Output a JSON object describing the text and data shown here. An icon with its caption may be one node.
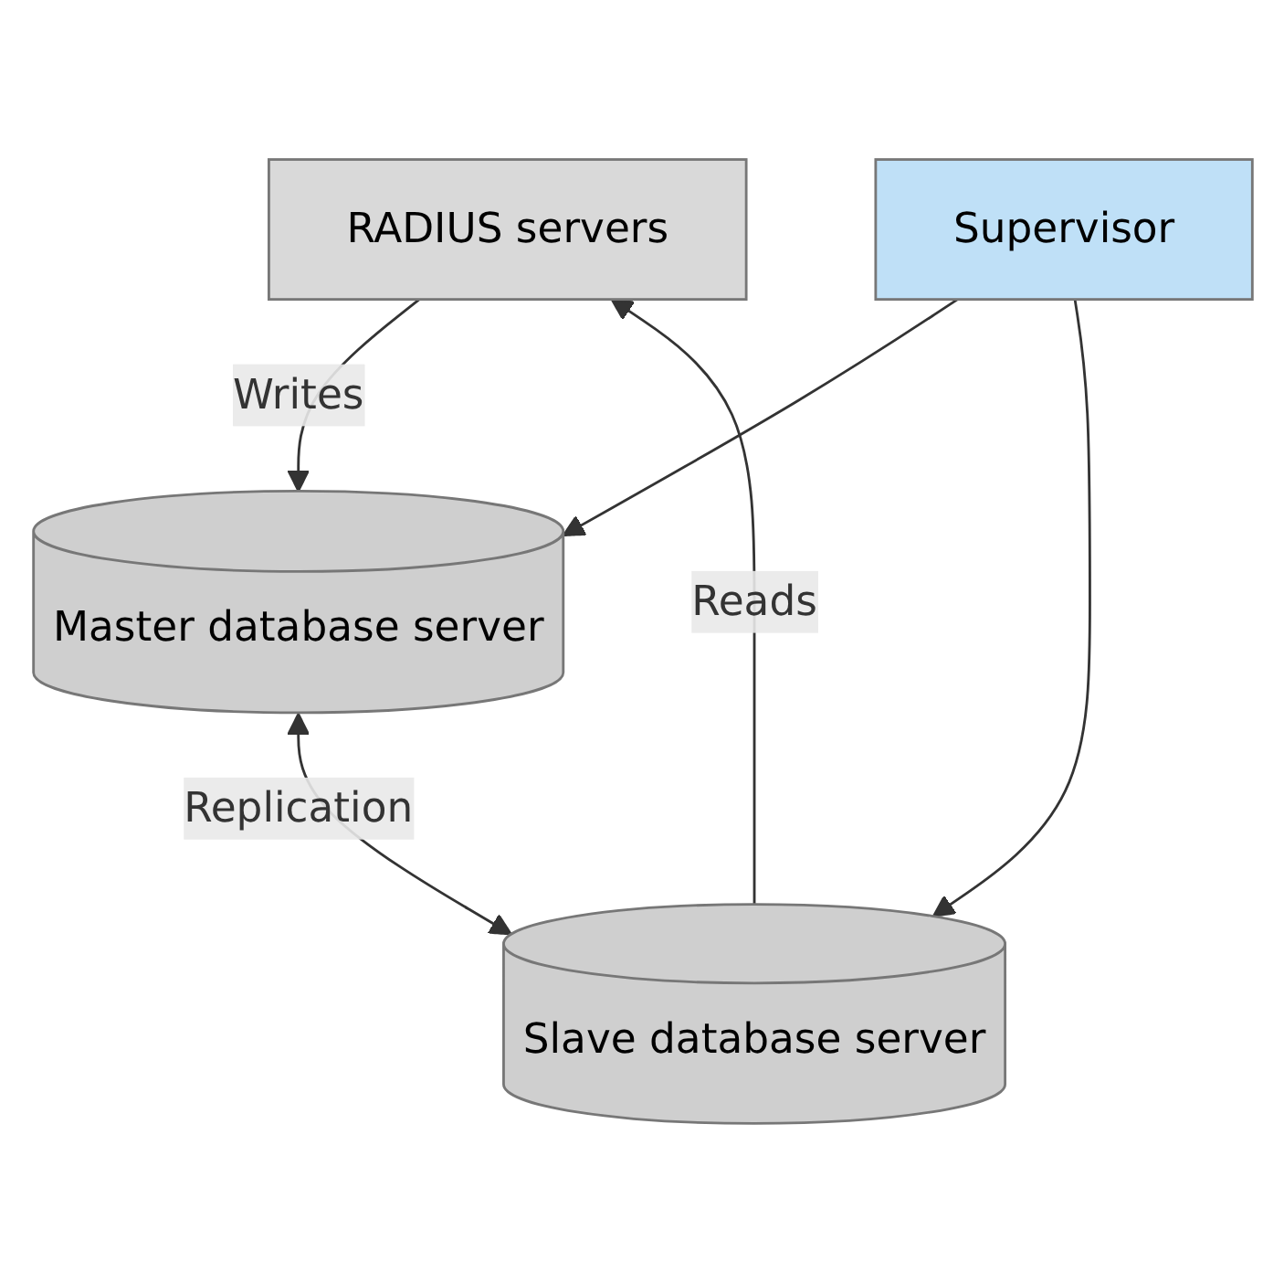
{
  "diagram": {
    "nodes": [
      {
        "text": [
          "RADIUS servers"
        ]
      },
      {
        "text": [
          "Master database server"
        ]
      },
      {
        "text": [
          "Slave database server"
        ]
      },
      {
        "text": [
          "Supervisor"
        ]
      }
    ],
    "edges": [
      {
        "from": 0,
        "to": 1,
        "arrow": "to",
        "label": "Writes"
      },
      {
        "from": 2,
        "to": 0,
        "arrow": "to",
        "label": "Reads"
      },
      {
        "from": 1,
        "to": 2,
        "arrow": "both",
        "label": "Replication"
      },
      {
        "from": 3,
        "to": 1,
        "arrow": "to"
      },
      {
        "from": 3,
        "to": 2,
        "arrow": "to"
      }
    ]
  }
}
